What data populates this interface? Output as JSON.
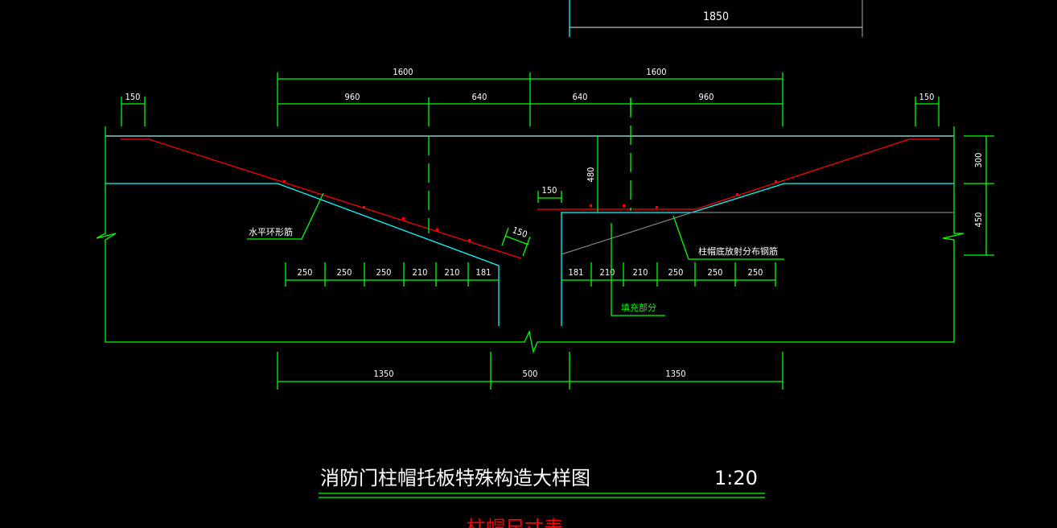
{
  "drawing": {
    "title": "消防门柱帽托板特殊构造大样图",
    "scale": "1:20",
    "next_title": "柱帽尺寸表",
    "labels": {
      "horizontal_ring_bar": "水平环形筋",
      "radial_bottom_bar": "柱帽底放射分布钢筋",
      "fill_part": "填充部分"
    },
    "dims": {
      "top": "1850",
      "row1": [
        "1600",
        "1600"
      ],
      "row2": [
        "960",
        "640",
        "640",
        "960"
      ],
      "edge_left": "150",
      "edge_right": "150",
      "left_bars": [
        "250",
        "250",
        "250",
        "210",
        "210",
        "181"
      ],
      "right_bars": [
        "181",
        "210",
        "210",
        "250",
        "250",
        "250"
      ],
      "bottom": [
        "1350",
        "500",
        "1350"
      ],
      "right_vertical": [
        "300",
        "450"
      ],
      "depth": "480",
      "offset": "150",
      "slope_cover": "150"
    },
    "colors": {
      "outline": "#00ff00",
      "concrete": "#00ffff",
      "rebar": "#ff0000",
      "aux": "#808080"
    }
  }
}
